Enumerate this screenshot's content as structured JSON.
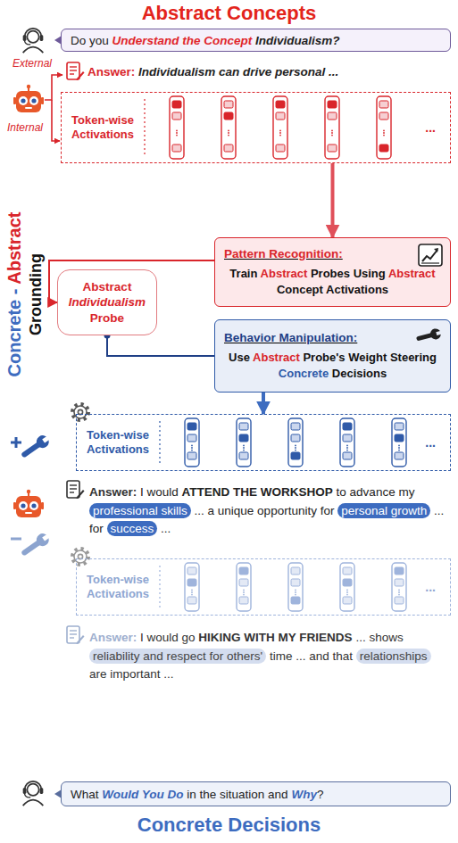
{
  "diagram": {
    "title": "Abstract Concepts",
    "caption": "Concrete Decisions",
    "nodes": [
      {
        "text": [
          "Do you",
          "Understand the Concept",
          "Individualism?"
        ]
      },
      {
        "text": [
          "Answer:",
          "Individualism can drive personal ..."
        ]
      },
      {
        "text": [
          "Token-wise Activations",
          "..."
        ]
      },
      {
        "text": [
          "Pattern Recognition:",
          "Train",
          "Abstract",
          "Probes Using",
          "Abstract",
          "Concept Activations"
        ]
      },
      {
        "text": [
          "Abstract",
          "Individualism",
          "Probe"
        ]
      },
      {
        "text": [
          "Behavior Manipulation:",
          "Use",
          "Abstract",
          "Probe's Weight Steering",
          "Concrete",
          "Decisions"
        ]
      },
      {
        "text": [
          "Token-wise Activations",
          "..."
        ]
      },
      {
        "text": [
          "Answer:",
          "I would",
          "ATTEND THE WORKSHOP",
          "to advance my",
          "professional skills",
          "... a unique opportunity for",
          "personal growth",
          "... for",
          "success",
          "..."
        ]
      },
      {
        "text": [
          "Token-wise Activations",
          "..."
        ]
      },
      {
        "text": [
          "Answer:",
          "I would go",
          "HIKING WITH MY FRIENDS",
          "... shows",
          "reliability and respect for others'",
          "time ... and that",
          "relationships",
          "are important ..."
        ]
      },
      {
        "text": [
          "What",
          "Would You Do",
          "in the situation and",
          "Why",
          "?"
        ]
      }
    ],
    "edges": [
      {
        "from": 2,
        "to": 3,
        "arrow": "to"
      },
      {
        "from": 3,
        "to": 4,
        "arrow": "to"
      },
      {
        "from": 4,
        "to": 5,
        "arrow": "none"
      },
      {
        "from": 5,
        "to": 6,
        "arrow": "to"
      }
    ],
    "labels": [
      "External",
      "Internal",
      "Concrete",
      "-",
      "Abstract",
      "Grounding"
    ]
  }
}
